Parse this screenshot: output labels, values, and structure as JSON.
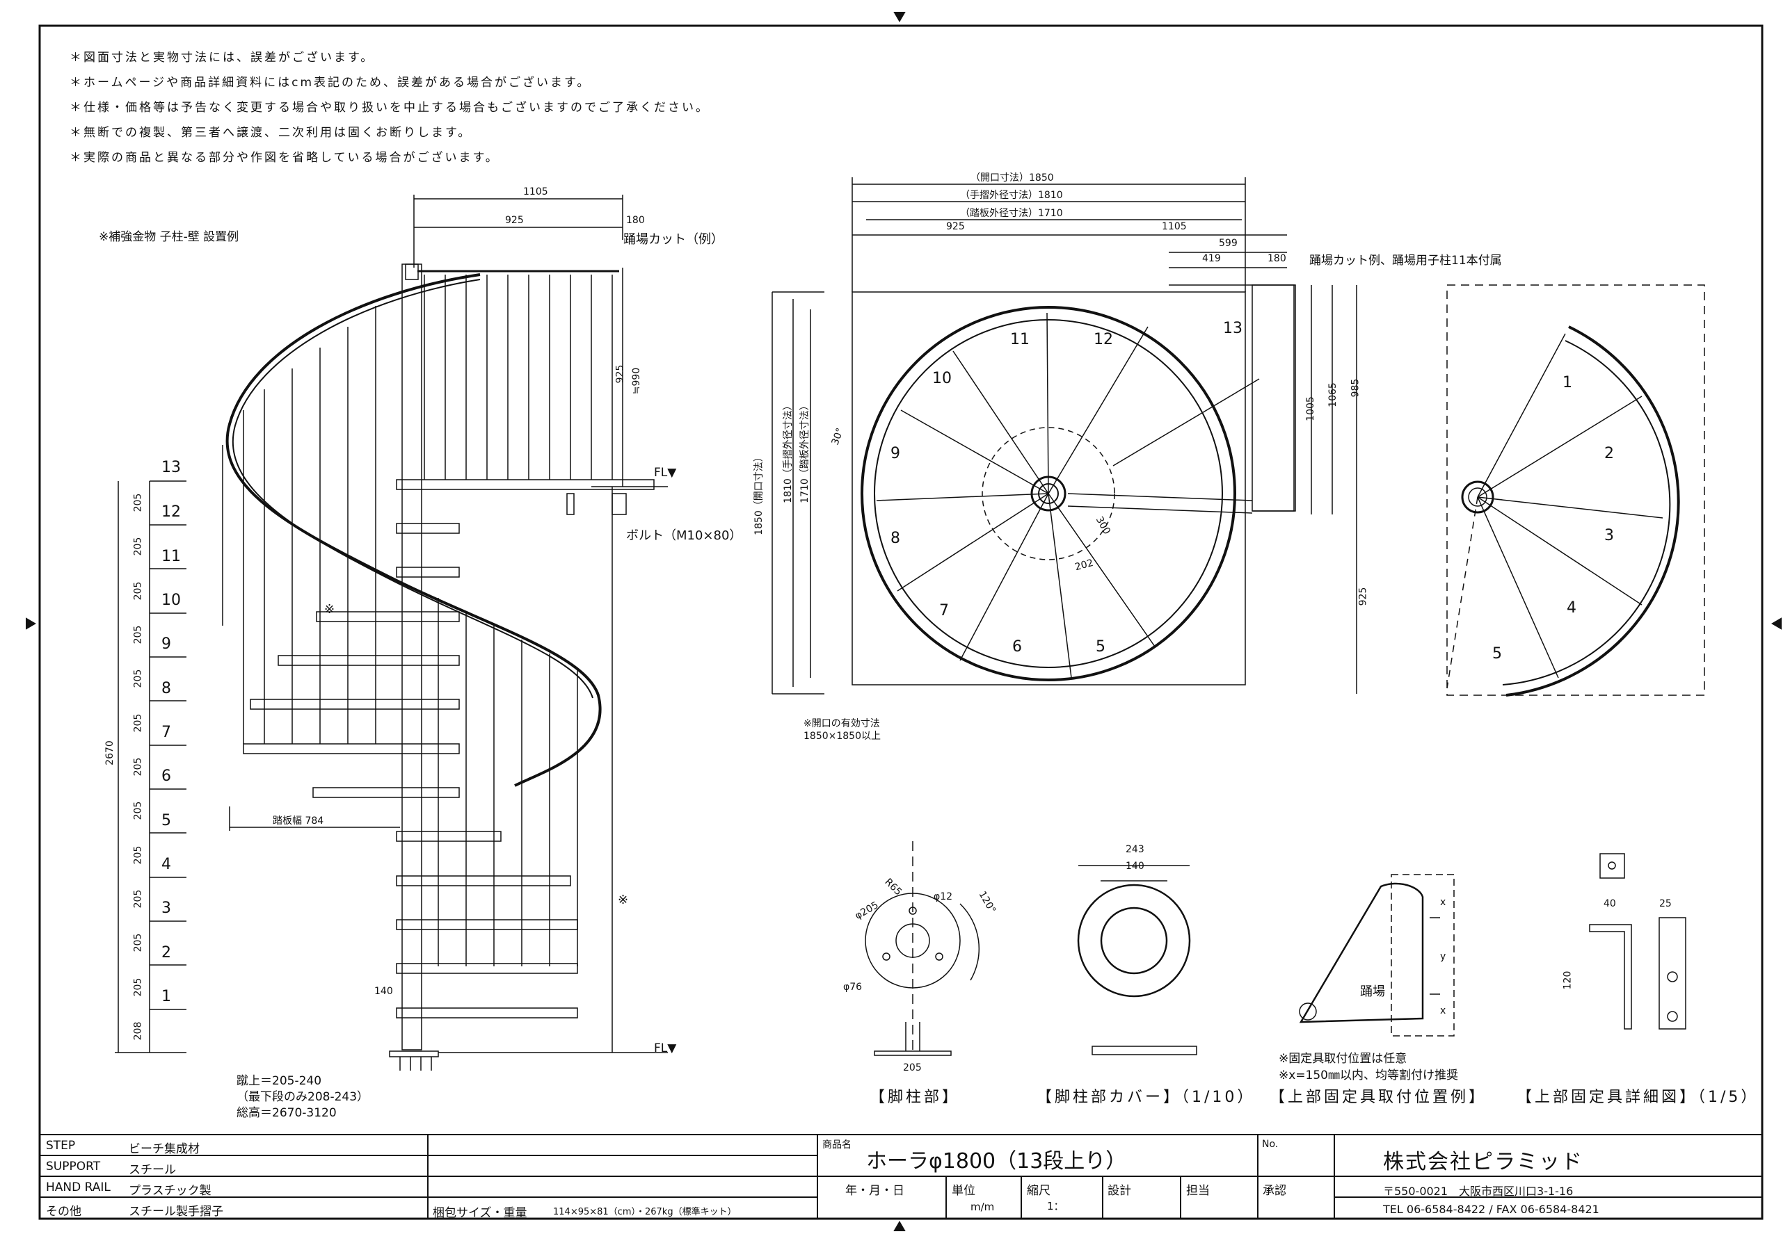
{
  "notes": [
    "＊図面寸法と実物寸法には、誤差がございます。",
    "＊ホームページや商品詳細資料にはcm表記のため、誤差がある場合がございます。",
    "＊仕様・価格等は予告なく変更する場合や取り扱いを中止する場合もございますのでご了承ください。",
    "＊無断での複製、第三者へ譲渡、二次利用は固くお断りします。",
    "＊実際の商品と異なる部分や作図を省略している場合がございます。"
  ],
  "side_view": {
    "reinforce_note": "※補強金物 子柱-壁 設置例",
    "dim_1105": "1105",
    "dim_925": "925",
    "dim_180": "180",
    "tread_cut": "踊場カット（例）",
    "dim_925v": "925",
    "dim_990": "≒990",
    "fl": "FL▼",
    "bolt": "ボルト（M10×80）",
    "total_height": "2670",
    "step_numbers": [
      "13",
      "12",
      "11",
      "10",
      "9",
      "8",
      "7",
      "6",
      "5",
      "4",
      "3",
      "2",
      "1"
    ],
    "rise_values": [
      "205",
      "205",
      "205",
      "205",
      "205",
      "205",
      "205",
      "205",
      "205",
      "205",
      "205",
      "205",
      "208"
    ],
    "tread_width": "踏板幅 784",
    "dim_140": "140",
    "asterisk": "※",
    "rise_note_1": "蹴上＝205-240",
    "rise_note_2": "（最下段のみ208-243）",
    "rise_note_3": "総高＝2670-3120"
  },
  "plan_view": {
    "opening": "（開口寸法）1850",
    "handrail": "（手摺外径寸法）1810",
    "tread": "（踏板外径寸法）1710",
    "dim_925": "925",
    "dim_1105": "1105",
    "dim_599": "599",
    "dim_419": "419",
    "dim_180": "180",
    "landing_note": "踊場カット例、踊場用子柱11本付属",
    "v_opening": "1850（開口寸法）",
    "v_handrail": "1810（手摺外径寸法）",
    "v_tread": "1710（踏板外径寸法）",
    "dim_1005": "1005",
    "dim_1065": "1065",
    "dim_985": "985",
    "dim_925v": "925",
    "dim_300": "300",
    "dim_202": "202",
    "angle_30": "30°",
    "opening_note_1": "※開口の有効寸法",
    "opening_note_2": "1850×1850以上",
    "step_labels": [
      "13",
      "12",
      "11",
      "10",
      "9",
      "8",
      "7",
      "6",
      "5"
    ],
    "right_step_labels": [
      "1",
      "2",
      "3",
      "4",
      "5"
    ]
  },
  "details": {
    "r65": "R65",
    "d12": "φ12",
    "d205": "φ205",
    "d76": "φ76",
    "angle_120": "120°",
    "dim_205": "205",
    "dim_243": "243",
    "dim_140": "140",
    "landing": "踊場",
    "dim_x": "x",
    "dim_y": "y",
    "fix_note_1": "※固定具取付位置は任意",
    "fix_note_2": "※x=150㎜以内、均等割付け推奨",
    "dim_40": "40",
    "dim_25": "25",
    "dim_120": "120",
    "title_base": "【脚柱部】",
    "title_cover": "【脚柱部カバー】（1/10）",
    "title_fix": "【上部固定具取付位置例】",
    "title_fix_detail": "【上部固定具詳細図】（1/5）"
  },
  "title_block": {
    "spec_rows": [
      {
        "label": "STEP",
        "value": "ビーチ集成材"
      },
      {
        "label": "SUPPORT",
        "value": "スチール"
      },
      {
        "label": "HAND RAIL",
        "value": "プラスチック製"
      },
      {
        "label": "その他",
        "value": "スチール製手摺子"
      }
    ],
    "pack_label": "梱包サイズ・重量",
    "pack_value": "114×95×81（cm）・267kg（標準キット）",
    "product_label": "商品名",
    "product_name": "ホーラφ1800（13段上り）",
    "date_label": "年・月・日",
    "unit_label": "単位",
    "unit_value": "m/m",
    "scale_label": "縮尺",
    "scale_value": "1：",
    "design_label": "設計",
    "charge_label": "担当",
    "no_label": "No.",
    "approve_label": "承認",
    "company": "株式会社ピラミッド",
    "address": "〒550-0021　大阪市西区川口3-1-16",
    "tel": "TEL 06-6584-8422 / FAX 06-6584-8421"
  }
}
